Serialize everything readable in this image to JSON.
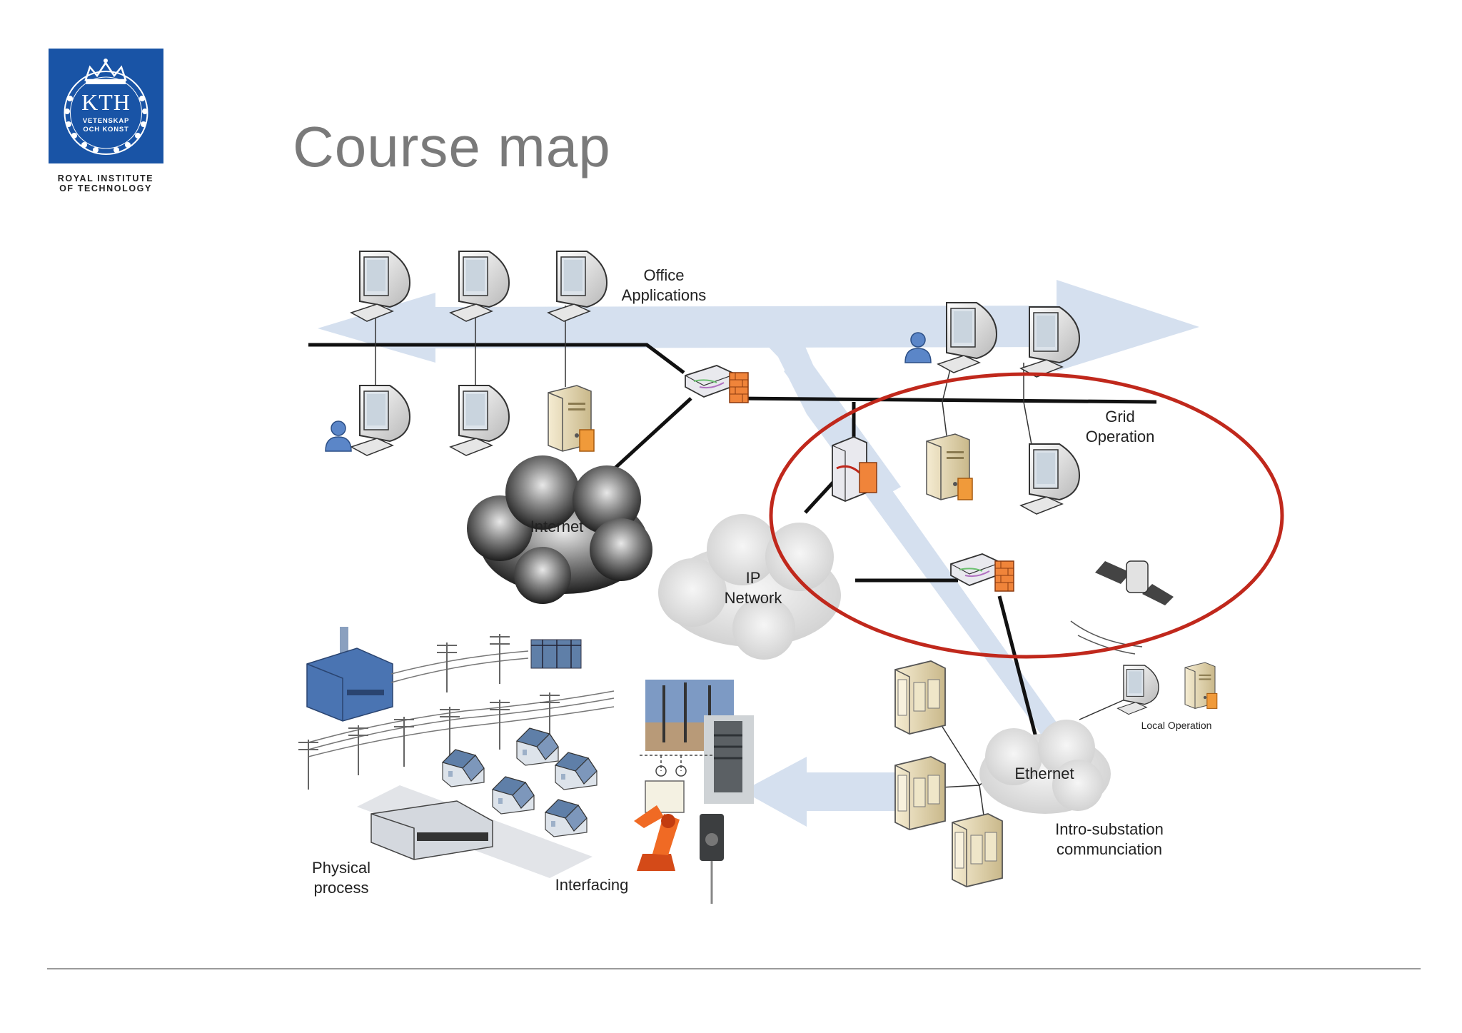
{
  "logo": {
    "wordmark": "KTH",
    "motto_line1": "VETENSKAP",
    "motto_line2": "OCH KONST",
    "caption_line1": "ROYAL INSTITUTE",
    "caption_line2": "OF TECHNOLOGY",
    "brand_color": "#1954a6"
  },
  "title": "Course map",
  "diagram": {
    "labels": {
      "office_line1": "Office",
      "office_line2": "Applications",
      "grid_line1": "Grid",
      "grid_line2": "Operation",
      "internet": "Internet",
      "ip_line1": "IP",
      "ip_line2": "Network",
      "local_operation": "Local Operation",
      "ethernet": "Ethernet",
      "intro_line1": "Intro-substation",
      "intro_line2": "communciation",
      "physical_line1": "Physical",
      "physical_line2": "process",
      "interfacing": "Interfacing"
    },
    "icons": [
      "workstation-icon",
      "user-icon",
      "server-tower-icon",
      "firewall-router-icon",
      "cloud-icon",
      "satellite-icon",
      "cabinet-server-icon",
      "power-plant-icon",
      "house-icon",
      "transmission-tower-icon",
      "industrial-robot-icon",
      "sensor-icon"
    ],
    "colors": {
      "highlight_ellipse": "#c0281c",
      "flow_arrows": "#c7d6ea",
      "network_lines": "#111111"
    }
  }
}
